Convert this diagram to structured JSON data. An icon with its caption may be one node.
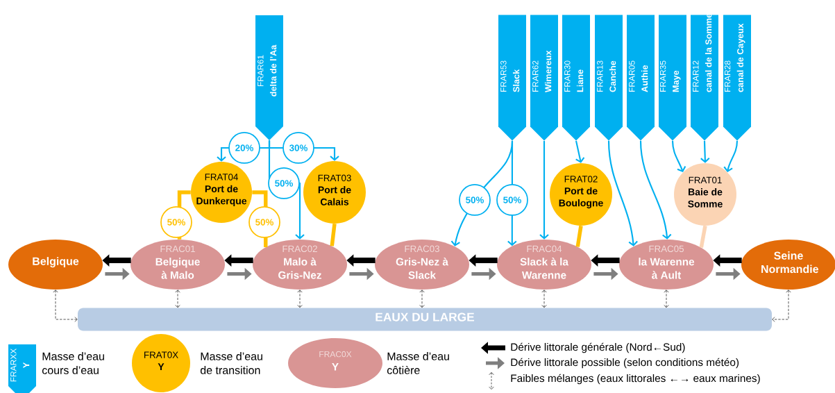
{
  "diagram": {
    "nodes": [
      {
        "text": [
          "FRAR61",
          "delta de l’Aa"
        ]
      },
      {
        "text": [
          "FRAR53",
          "Slack"
        ]
      },
      {
        "text": [
          "FRAR62",
          "Wimereux"
        ]
      },
      {
        "text": [
          "FRAR30",
          "Liane"
        ]
      },
      {
        "text": [
          "FRAR13",
          "Canche"
        ]
      },
      {
        "text": [
          "FRAR05",
          "Authie"
        ]
      },
      {
        "text": [
          "FRAR35",
          "Maye"
        ]
      },
      {
        "text": [
          "FRAR12",
          "canal de la Somme"
        ]
      },
      {
        "text": [
          "FRAR28",
          "canal de Cayeux"
        ]
      },
      {
        "text": [
          "FRAT04",
          "Port de Dunkerque"
        ]
      },
      {
        "text": [
          "FRAT03",
          "Port de Calais"
        ]
      },
      {
        "text": [
          "FRAT02",
          "Port de Boulogne"
        ]
      },
      {
        "text": [
          "FRAT01",
          "Baie de Somme"
        ]
      },
      {
        "text": [
          "Belgique"
        ]
      },
      {
        "text": [
          "FRAC01",
          "Belgique à Malo"
        ]
      },
      {
        "text": [
          "FRAC02",
          "Malo à Gris-Nez"
        ]
      },
      {
        "text": [
          "FRAC03",
          "Gris-Nez à Slack"
        ]
      },
      {
        "text": [
          "FRAC04",
          "Slack à la Warenne"
        ]
      },
      {
        "text": [
          "FRAC05",
          "la Warenne à Ault"
        ]
      },
      {
        "text": [
          "Seine Normandie"
        ]
      },
      {
        "text": [
          "EAUX DU LARGE"
        ]
      },
      {
        "text": [
          "FRARXX",
          "Y"
        ],
        "beside": [
          "Masse d’eau cours d’eau"
        ]
      },
      {
        "text": [
          "FRAT0X",
          "Y"
        ],
        "beside": [
          "Masse d’eau de transition"
        ]
      },
      {
        "text": [
          "FRAC0X",
          "Y"
        ],
        "beside": [
          "Masse d’eau côtière"
        ]
      }
    ],
    "edges": [
      {
        "from": 0,
        "to": 9,
        "arrow": "to",
        "label": "20%",
        "color": "#00b0f0"
      },
      {
        "from": 0,
        "to": 10,
        "arrow": "to",
        "label": "30%",
        "color": "#00b0f0"
      },
      {
        "from": 0,
        "to": 15,
        "arrow": "to",
        "label": "50%",
        "color": "#00b0f0"
      },
      {
        "from": 1,
        "to": 16,
        "arrow": "to",
        "label": "50%",
        "color": "#00b0f0"
      },
      {
        "from": 1,
        "to": 17,
        "arrow": "to",
        "label": "50%",
        "color": "#00b0f0"
      },
      {
        "from": 2,
        "to": 17,
        "arrow": "to",
        "color": "#00b0f0"
      },
      {
        "from": 3,
        "to": 11,
        "arrow": "to",
        "color": "#00b0f0"
      },
      {
        "from": 4,
        "to": 18,
        "arrow": "to",
        "color": "#00b0f0"
      },
      {
        "from": 5,
        "to": 18,
        "arrow": "to",
        "color": "#00b0f0"
      },
      {
        "from": 6,
        "to": 12,
        "arrow": "to",
        "color": "#00b0f0"
      },
      {
        "from": 7,
        "to": 12,
        "arrow": "to",
        "color": "#00b0f0"
      },
      {
        "from": 8,
        "to": 12,
        "arrow": "to",
        "color": "#00b0f0"
      },
      {
        "from": 9,
        "to": 14,
        "arrow": "none",
        "label": "50%",
        "style": "thick",
        "color": "#ffc000"
      },
      {
        "from": 9,
        "to": 15,
        "arrow": "none",
        "label": "50%",
        "style": "thick",
        "color": "#ffc000"
      },
      {
        "from": 10,
        "to": 15,
        "arrow": "none",
        "style": "thick",
        "color": "#ffc000"
      },
      {
        "from": 11,
        "to": 17,
        "arrow": "none",
        "style": "thick",
        "color": "#ffc000"
      },
      {
        "from": 12,
        "to": 18,
        "arrow": "none",
        "style": "thick",
        "color": "#fbd4b4"
      },
      {
        "from": 14,
        "to": 13,
        "arrow": "to",
        "style": "thick",
        "color": "#000000"
      },
      {
        "from": 15,
        "to": 14,
        "arrow": "to",
        "style": "thick",
        "color": "#000000"
      },
      {
        "from": 16,
        "to": 15,
        "arrow": "to",
        "style": "thick",
        "color": "#000000"
      },
      {
        "from": 17,
        "to": 16,
        "arrow": "to",
        "style": "thick",
        "color": "#000000"
      },
      {
        "from": 18,
        "to": 17,
        "arrow": "to",
        "style": "thick",
        "color": "#000000"
      },
      {
        "from": 19,
        "to": 18,
        "arrow": "to",
        "style": "thick",
        "color": "#000000"
      },
      {
        "from": 13,
        "to": 14,
        "arrow": "to",
        "style": "thick",
        "color": "#7f7f7f"
      },
      {
        "from": 14,
        "to": 15,
        "arrow": "to",
        "style": "thick",
        "color": "#7f7f7f"
      },
      {
        "from": 15,
        "to": 16,
        "arrow": "to",
        "style": "thick",
        "color": "#7f7f7f"
      },
      {
        "from": 16,
        "to": 17,
        "arrow": "to",
        "style": "thick",
        "color": "#7f7f7f"
      },
      {
        "from": 17,
        "to": 18,
        "arrow": "to",
        "style": "thick",
        "color": "#7f7f7f"
      },
      {
        "from": 18,
        "to": 19,
        "arrow": "to",
        "style": "thick",
        "color": "#7f7f7f"
      },
      {
        "from": 13,
        "to": 20,
        "arrow": "both",
        "style": "dashed",
        "color": "#000000"
      },
      {
        "from": 14,
        "to": 20,
        "arrow": "both",
        "style": "dashed",
        "color": "#000000"
      },
      {
        "from": 15,
        "to": 20,
        "arrow": "both",
        "style": "dashed",
        "color": "#000000"
      },
      {
        "from": 16,
        "to": 20,
        "arrow": "both",
        "style": "dashed",
        "color": "#000000"
      },
      {
        "from": 17,
        "to": 20,
        "arrow": "both",
        "style": "dashed",
        "color": "#000000"
      },
      {
        "from": 18,
        "to": 20,
        "arrow": "both",
        "style": "dashed",
        "color": "#000000"
      },
      {
        "from": 19,
        "to": 20,
        "arrow": "both",
        "style": "dashed",
        "color": "#000000"
      }
    ],
    "legend": [
      {
        "text": "Dérive littorale générale (Nord←Sud)"
      },
      {
        "text": "Dérive littorale possible (selon conditions météo)"
      },
      {
        "text": "Faibles mélanges (eaux littorales ←→ eaux marines)"
      }
    ]
  }
}
